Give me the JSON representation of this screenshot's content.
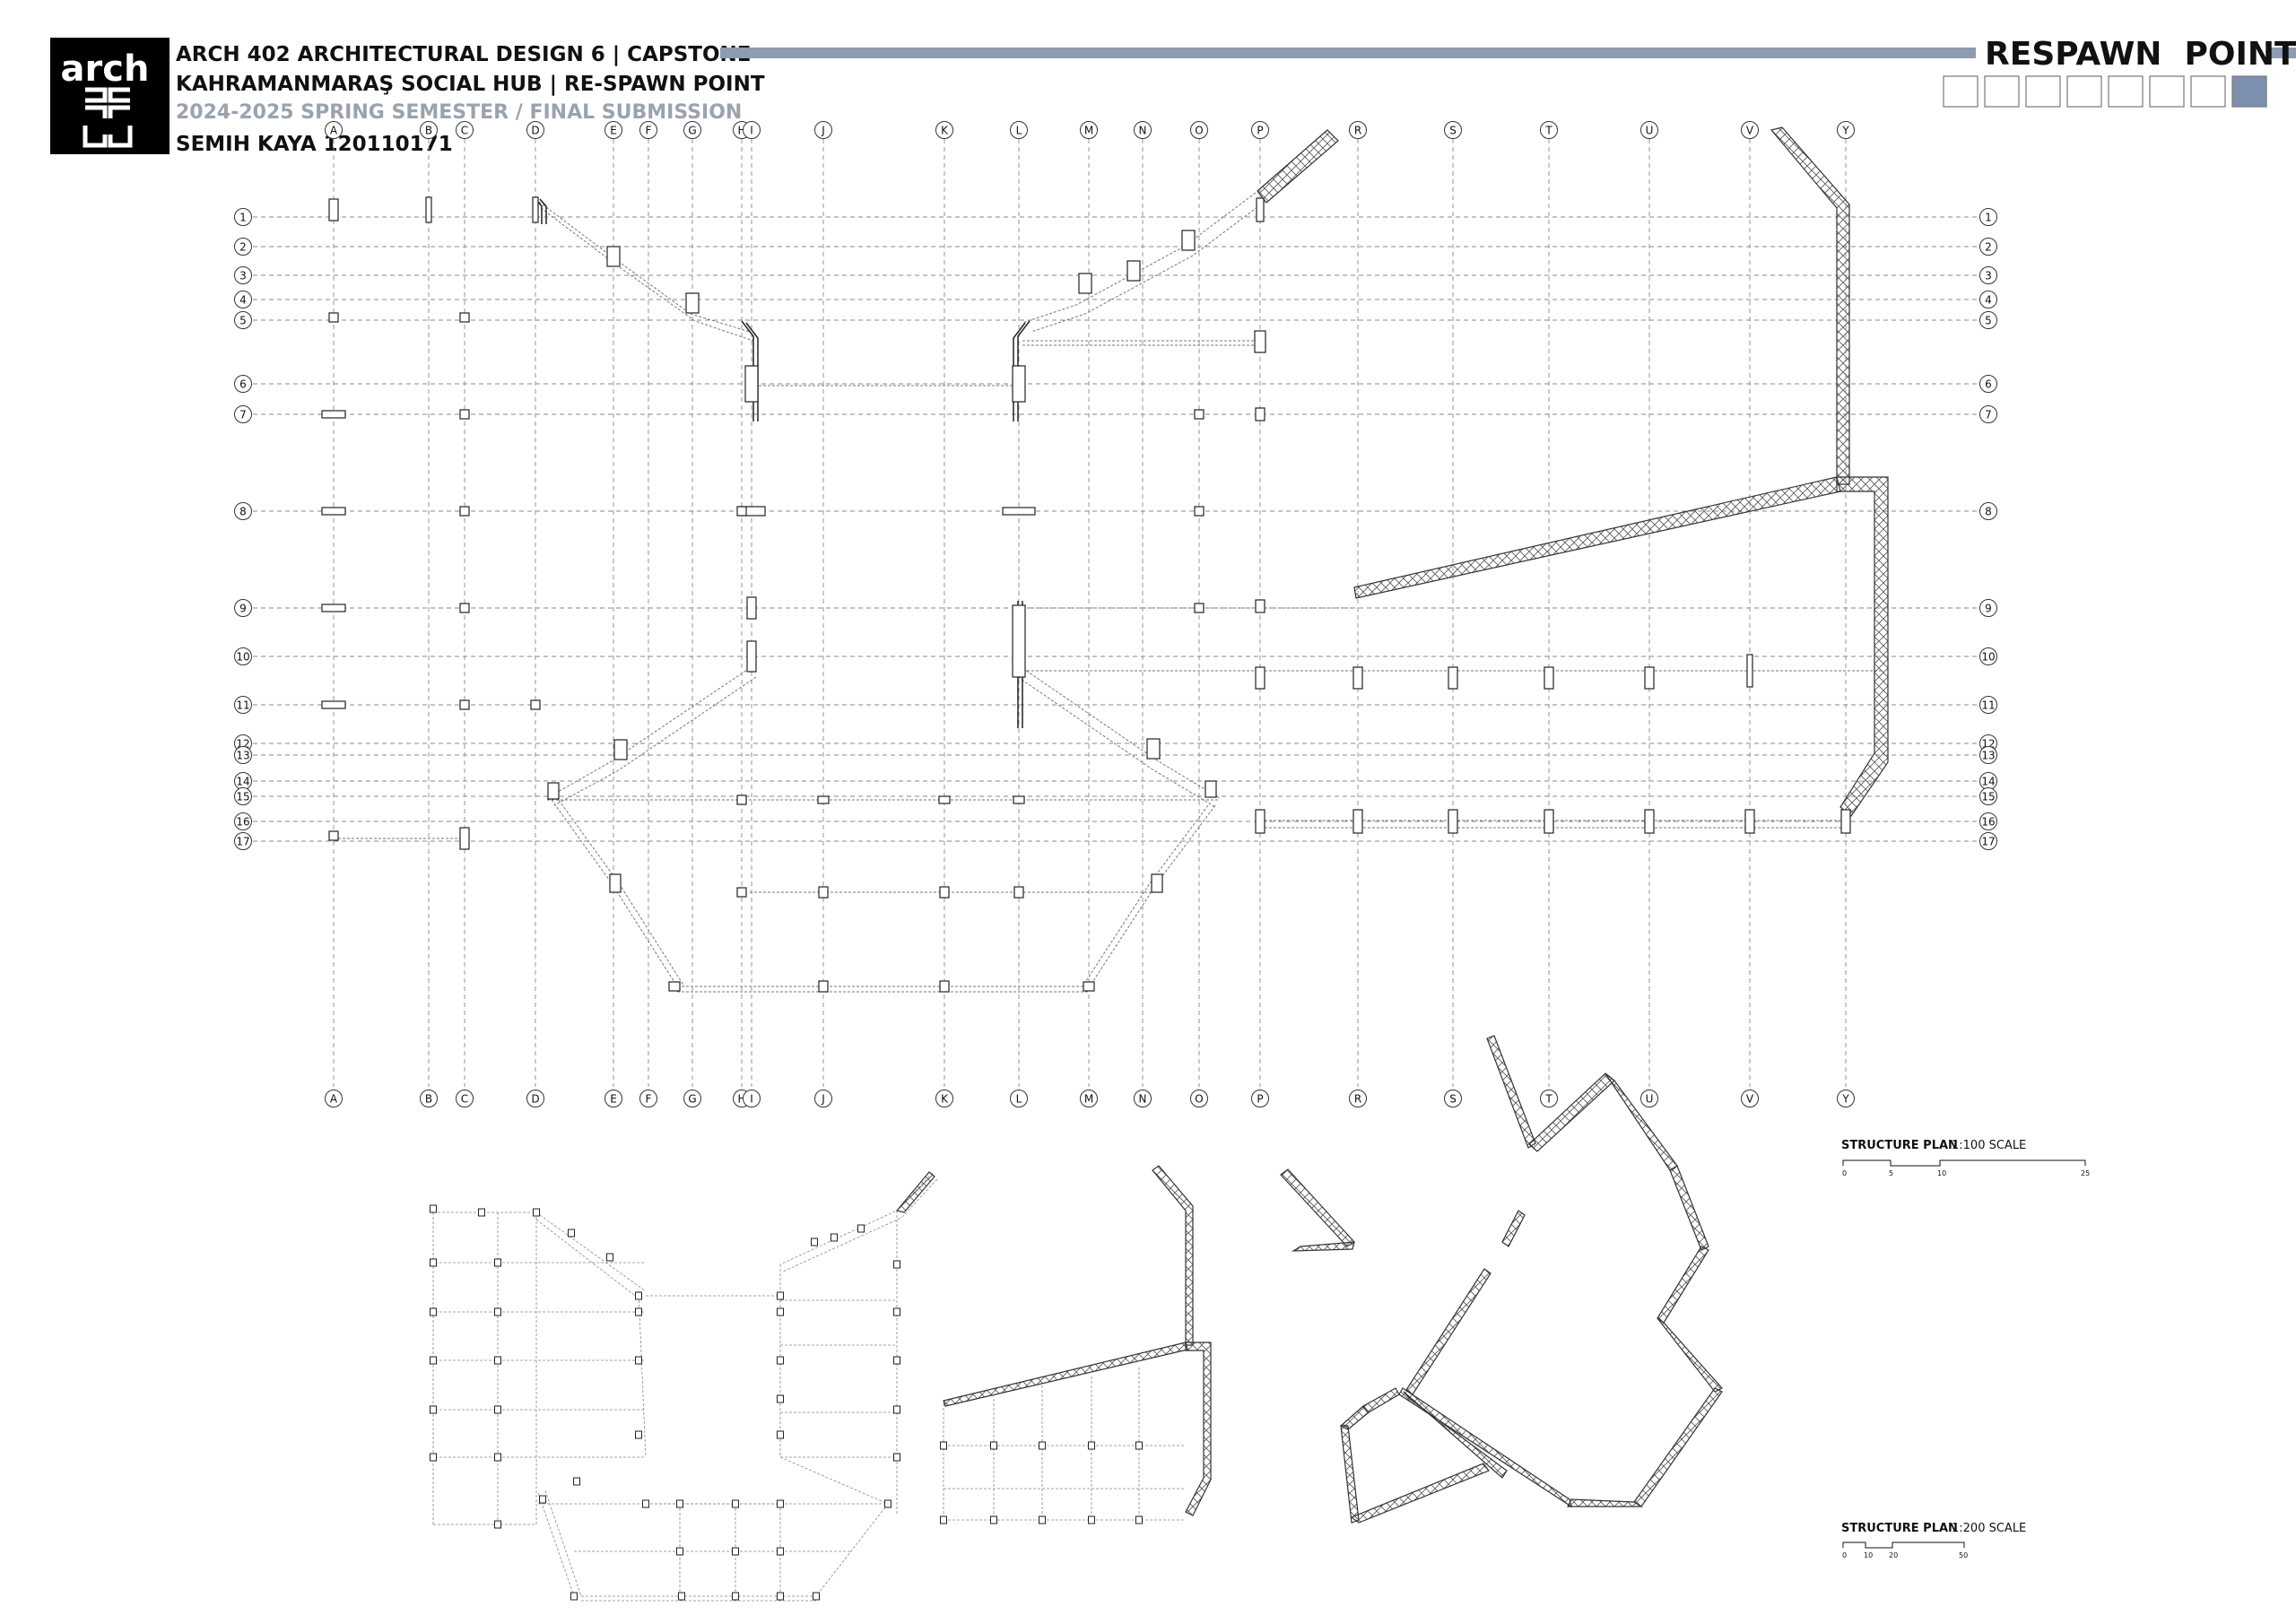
{
  "header": {
    "logo_text": "arch",
    "line1": "ARCH 402 ARCHITECTURAL DESIGN 6 | CAPSTONE",
    "line2": "KAHRAMANMARAŞ SOCIAL HUB | RE-SPAWN  POINT",
    "line3": "2024-2025 SPRING SEMESTER / FINAL SUBMISSION",
    "line4": "SEMIH KAYA 120110171",
    "project_title": "RESPAWN  POINT",
    "sheet_boxes": 8,
    "active_box": 8
  },
  "colors": {
    "accent_bar": "#8e9bb0",
    "active_box": "#7d8fb0",
    "line": "#222222",
    "grid": "#8a8a8a"
  },
  "grid_columns": [
    "A",
    "B",
    "C",
    "D",
    "E",
    "F",
    "G",
    "H",
    "I",
    "J",
    "K",
    "L",
    "M",
    "N",
    "O",
    "P",
    "R",
    "S",
    "T",
    "U",
    "V",
    "Y"
  ],
  "grid_rows": [
    "1",
    "2",
    "3",
    "4",
    "5",
    "6",
    "7",
    "8",
    "9",
    "10",
    "11",
    "12",
    "13",
    "14",
    "15",
    "16",
    "17"
  ],
  "plans": [
    {
      "title": "STRUCTURE PLAN",
      "scale_label": "1:100 SCALE",
      "scale_ticks": [
        "0",
        "5",
        "10",
        "25"
      ]
    },
    {
      "title": "STRUCTURE PLAN",
      "scale_label": "1:200 SCALE",
      "scale_ticks": [
        "0",
        "10",
        "20",
        "50"
      ]
    }
  ]
}
